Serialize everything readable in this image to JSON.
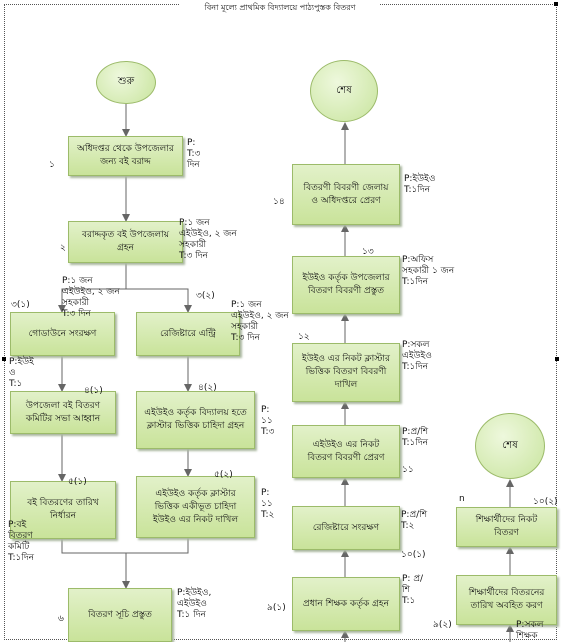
{
  "header": "বিনা মূল্যে প্রাথমিক বিদ্যালয়ে পাঠ্যপুস্তক বিতরণ",
  "terminals": {
    "start": "শুরু",
    "end1": "শেষ",
    "end2": "শেষ"
  },
  "steps": {
    "s1": {
      "num": "১",
      "text": "অধিদপ্তর থেকে উপজেলার জন্য বই বরাদ্দ",
      "res": "P:\nT:৩\nদিন"
    },
    "s2": {
      "num": "২",
      "text": "বরাদ্দকৃত বই উপজেলায় গ্রহন",
      "res": "P:১ জন\nএইউইও, ২ জন\nসহকারী\nT:৩ দিন"
    },
    "s3a": {
      "num": "৩(১)",
      "text": "গোডাউনে সংরক্ষণ",
      "res": "P:১ জন\nএইউইও, ২ জন\nসহকারী\nT:৩ দিন"
    },
    "s3b": {
      "num": "৩(২)",
      "text": "রেজিষ্টারে এন্ট্রি",
      "res": "P:১ জন\nএইউইও, ২ জন\nসহকারী\nT:৩ দিন"
    },
    "s4a": {
      "num": "৪(১)",
      "text": "উপজেলা বই বিতরণ কমিটির সভা আহ্বান",
      "res": "P:ইউই\nও\nT:১"
    },
    "s4b": {
      "num": "৪(২)",
      "text": "এইউইও কর্তৃক বিদ্যালয় হতে ক্লাস্টার ভিত্তিক চাহিদা গ্রহন",
      "res": "P:\n১১\nT:৩"
    },
    "s5a": {
      "num": "৫(১)",
      "text": "বই বিতরণের তারিখ নির্ধারন",
      "res": "P:বই\nবিতরণ\nকমিটি\nT:১দিন"
    },
    "s5b": {
      "num": "৫(২)",
      "text": "এইউইও কর্তৃক ক্লাস্টার ভিত্তিক একীভূত চাহিদা ইউইও এর নিকট দাখিল",
      "res": "P:\n১১\nT:২"
    },
    "s6": {
      "num": "৬",
      "text": "বিতরণ সূচি প্রস্তুত",
      "res": "P:ইউইও,\nএইউইও\nT:১ দিন"
    },
    "s9a": {
      "num": "৯(১)",
      "text": "প্রধান শিক্ষক কর্তৃক গ্রহন",
      "res": "P: প্র/\nশি\nT:১"
    },
    "s10a": {
      "num": "১০(১)",
      "text": "রেজিষ্টারে সংরক্ষণ",
      "res": "P:প্র/শি\nT:২"
    },
    "s11": {
      "num": "১১",
      "text": "এইউইও এর নিকট বিতরণ বিবরণী প্রেরণ",
      "res": "P:প্র/শি\nT:১দিন"
    },
    "s12": {
      "num": "১২",
      "text": "ইউইও এর নিকট ক্লাস্টার ভিত্তিক বিতরণ বিবরণী দাখিল",
      "res": "P:সকল\nএইউইও\nT:১দিন"
    },
    "s13": {
      "num": "১৩",
      "text": "ইউইও কর্তৃক উপজেলার বিতরণ বিবরণী প্রস্তুত",
      "res": "P:অফিস\nসহকারী ১ জন\nT:১দিন"
    },
    "s14": {
      "num": "১৪",
      "text": "বিতরণী বিবরণী জেলায় ও অধিদপ্তরে প্রেরণ",
      "res": "P:ইউইও\nT:১দিন"
    },
    "s9b": {
      "num": "৯(২)",
      "text": "শিক্ষার্থীদের বিতরনের তারিখ অবহিত করণ",
      "res": "P:সকল\nশিক্ষক"
    },
    "s10b": {
      "num": "১০(২)",
      "text": "শিক্ষার্থীদের নিকট বিতরণ",
      "res": "n"
    }
  },
  "colors": {
    "fill": "#d3e9ad",
    "border": "#9cbb6a",
    "arrow": "#666666"
  }
}
